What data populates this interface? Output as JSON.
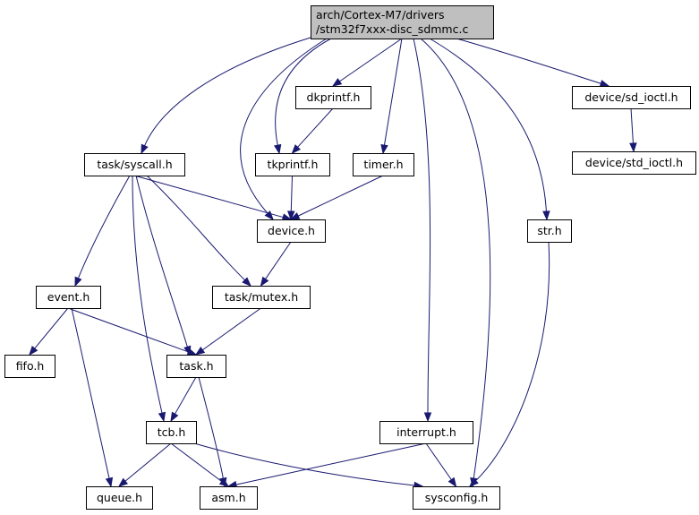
{
  "graph": {
    "nodes": {
      "root": {
        "lines": [
          "arch/Cortex-M7/drivers",
          "/stm32f7xxx-disc_sdmmc.c"
        ],
        "root": true
      },
      "dkprintf": {
        "lines": [
          "dkprintf.h"
        ]
      },
      "sd_ioctl": {
        "lines": [
          "device/sd_ioctl.h"
        ]
      },
      "std_ioctl": {
        "lines": [
          "device/std_ioctl.h"
        ]
      },
      "syscall": {
        "lines": [
          "task/syscall.h"
        ]
      },
      "tkprintf": {
        "lines": [
          "tkprintf.h"
        ]
      },
      "timer": {
        "lines": [
          "timer.h"
        ]
      },
      "device": {
        "lines": [
          "device.h"
        ]
      },
      "str": {
        "lines": [
          "str.h"
        ]
      },
      "event": {
        "lines": [
          "event.h"
        ]
      },
      "mutex": {
        "lines": [
          "task/mutex.h"
        ]
      },
      "fifo": {
        "lines": [
          "fifo.h"
        ]
      },
      "task": {
        "lines": [
          "task.h"
        ]
      },
      "tcb": {
        "lines": [
          "tcb.h"
        ]
      },
      "interrupt": {
        "lines": [
          "interrupt.h"
        ]
      },
      "queue": {
        "lines": [
          "queue.h"
        ]
      },
      "asm": {
        "lines": [
          "asm.h"
        ]
      },
      "sysconfig": {
        "lines": [
          "sysconfig.h"
        ]
      }
    },
    "edges": [
      [
        "root",
        "dkprintf"
      ],
      [
        "root",
        "sd_ioctl"
      ],
      [
        "root",
        "syscall"
      ],
      [
        "root",
        "tkprintf"
      ],
      [
        "root",
        "timer"
      ],
      [
        "root",
        "device"
      ],
      [
        "root",
        "str"
      ],
      [
        "root",
        "interrupt"
      ],
      [
        "root",
        "sysconfig"
      ],
      [
        "dkprintf",
        "tkprintf"
      ],
      [
        "sd_ioctl",
        "std_ioctl"
      ],
      [
        "syscall",
        "device"
      ],
      [
        "syscall",
        "event"
      ],
      [
        "syscall",
        "mutex"
      ],
      [
        "syscall",
        "task"
      ],
      [
        "syscall",
        "tcb"
      ],
      [
        "tkprintf",
        "device"
      ],
      [
        "timer",
        "device"
      ],
      [
        "device",
        "mutex"
      ],
      [
        "mutex",
        "task"
      ],
      [
        "event",
        "fifo"
      ],
      [
        "event",
        "task"
      ],
      [
        "event",
        "queue"
      ],
      [
        "task",
        "tcb"
      ],
      [
        "task",
        "asm"
      ],
      [
        "tcb",
        "queue"
      ],
      [
        "tcb",
        "asm"
      ],
      [
        "tcb",
        "sysconfig"
      ],
      [
        "interrupt",
        "asm"
      ],
      [
        "interrupt",
        "sysconfig"
      ],
      [
        "str",
        "sysconfig"
      ]
    ],
    "colors": {
      "edge": "#191970",
      "root_fill": "#bfbfbf",
      "node_fill": "#ffffff",
      "border": "#000000"
    }
  }
}
